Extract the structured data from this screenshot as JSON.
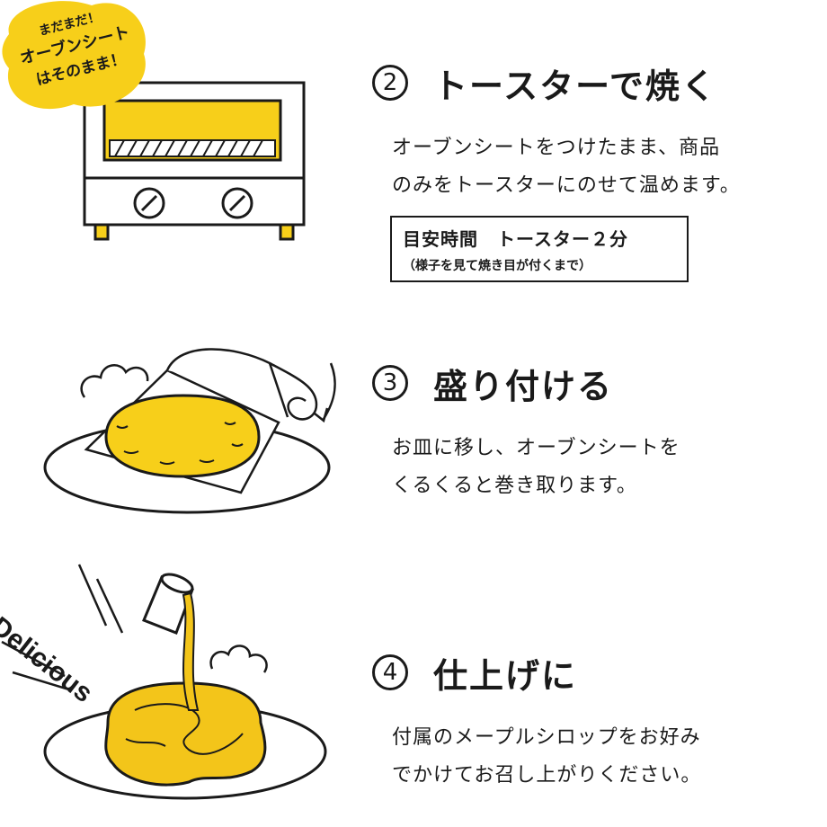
{
  "colors": {
    "accent": "#f7cf1a",
    "sauce": "#f3c51a",
    "ink": "#1a1a1a"
  },
  "badge": {
    "line1": "まだまだ！",
    "line2": "オーブンシート",
    "line3": "はそのまま！"
  },
  "steps": [
    {
      "number": "2",
      "title": "トースターで焼く",
      "desc_line1": "オーブンシートをつけたまま、商品",
      "desc_line2": "のみをトースターにのせて温めます。"
    },
    {
      "number": "3",
      "title": "盛り付ける",
      "desc_line1": "お皿に移し、オーブンシートを",
      "desc_line2": "くるくると巻き取ります。"
    },
    {
      "number": "4",
      "title": "仕上げに",
      "desc_line1": "付属のメープルシロップをお好み",
      "desc_line2": "でかけてお召し上がりください。"
    }
  ],
  "time_guide": {
    "line1": "目安時間　トースター２分",
    "line2": "（様子を見て焼き目が付くまで）"
  },
  "delicious": "Delicious"
}
